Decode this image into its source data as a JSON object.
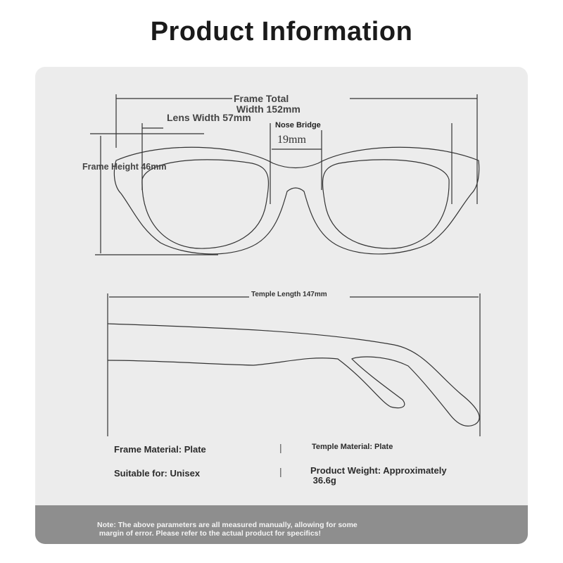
{
  "header": {
    "title": "Product Information"
  },
  "dimensions": {
    "frame_total": "Frame Total\n Width 152mm",
    "lens_width": "Lens Width 57mm",
    "nose_bridge_label": "Nose Bridge",
    "nose_bridge_value": "19mm",
    "frame_height": "Frame Height 46mm",
    "temple_length": "Temple Length 147mm"
  },
  "specs": {
    "frame_material": "Frame Material: Plate",
    "temple_material": "Temple Material: Plate",
    "suitable_for": "Suitable for: Unisex",
    "product_weight": "Product Weight: Approximately\n 36.6g",
    "separator": "|"
  },
  "footer": {
    "note": "Note: The above parameters are all measured manually, allowing for some\n margin of error. Please refer to the actual product for specifics!"
  },
  "colors": {
    "card_bg": "#ececec",
    "footer_bg": "#8e8e8e",
    "title": "#1a1a1a"
  }
}
